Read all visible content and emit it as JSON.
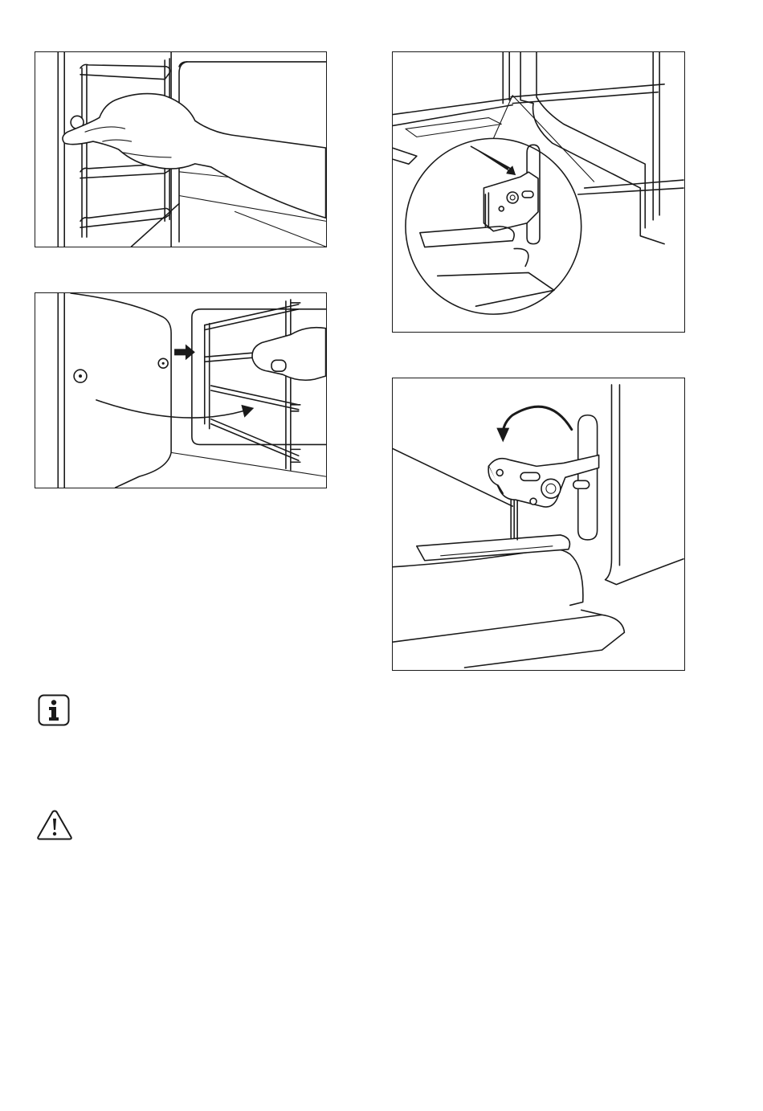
{
  "figures": [
    {
      "id": "remove-shelf-support",
      "icon": "oven-shelf-support-removal-illustration"
    },
    {
      "id": "install-shelf-support",
      "icon": "oven-shelf-support-installation-illustration"
    },
    {
      "id": "door-hinge-lever",
      "icon": "oven-door-hinge-lever-illustration"
    },
    {
      "id": "door-hinge-rotate",
      "icon": "oven-door-hinge-rotate-illustration"
    }
  ],
  "notes": [
    {
      "icon": "info-icon"
    },
    {
      "icon": "warning-triangle-icon"
    }
  ]
}
